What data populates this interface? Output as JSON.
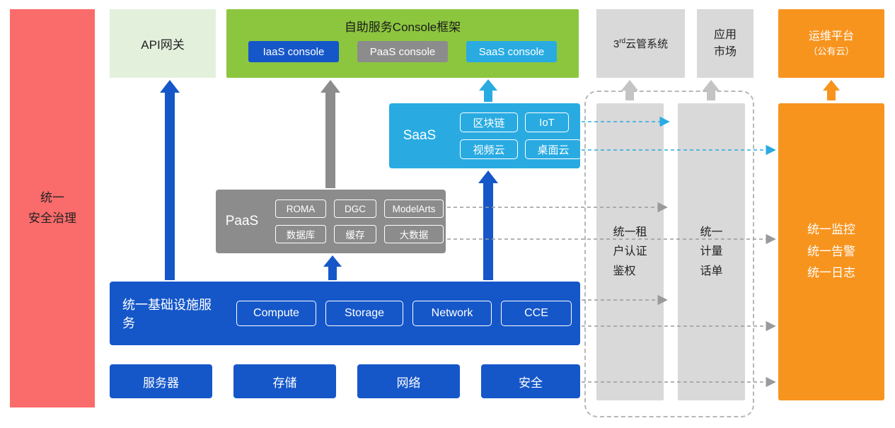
{
  "security_bar": {
    "label": "统一\n安全治理"
  },
  "api_gateway": {
    "label": "API网关"
  },
  "console_frame": {
    "title": "自助服务Console框架",
    "consoles": [
      {
        "label": "IaaS console"
      },
      {
        "label": "PaaS console"
      },
      {
        "label": "SaaS console"
      }
    ]
  },
  "third_cloud": {
    "prefix": "3",
    "sup": "rd",
    "suffix": "云管系统"
  },
  "app_market": {
    "label": "应用\n市场"
  },
  "ops_platform": {
    "title": "运维平台",
    "subtitle": "（公有云）"
  },
  "saas": {
    "label": "SaaS",
    "items": [
      {
        "label": "区块链"
      },
      {
        "label": "IoT"
      },
      {
        "label": "视频云"
      },
      {
        "label": "桌面云"
      }
    ]
  },
  "paas": {
    "label": "PaaS",
    "items": [
      {
        "label": "ROMA"
      },
      {
        "label": "DGC"
      },
      {
        "label": "ModelArts"
      },
      {
        "label": "数据库"
      },
      {
        "label": "缓存"
      },
      {
        "label": "大数据"
      }
    ]
  },
  "iaas": {
    "label": "统一基础设施服务",
    "items": [
      {
        "label": "Compute"
      },
      {
        "label": "Storage"
      },
      {
        "label": "Network"
      },
      {
        "label": "CCE"
      }
    ]
  },
  "hardware": {
    "items": [
      {
        "label": "服务器"
      },
      {
        "label": "存储"
      },
      {
        "label": "网络"
      },
      {
        "label": "安全"
      }
    ]
  },
  "auth_bar": {
    "label": "统一租\n户认证\n鉴权"
  },
  "billing_bar": {
    "label": "统一\n计量\n话单"
  },
  "monitor_bar": {
    "label": "统一监控\n统一告警\n统一日志"
  },
  "colors": {
    "blue": "#1557c9",
    "cyan": "#29abe2",
    "gray": "#8c8c8c",
    "light_gray": "#d9d9d9",
    "green": "#8cc63f",
    "pale_green": "#e3f1dc",
    "orange": "#f7941e",
    "red": "#fa6b6b"
  }
}
